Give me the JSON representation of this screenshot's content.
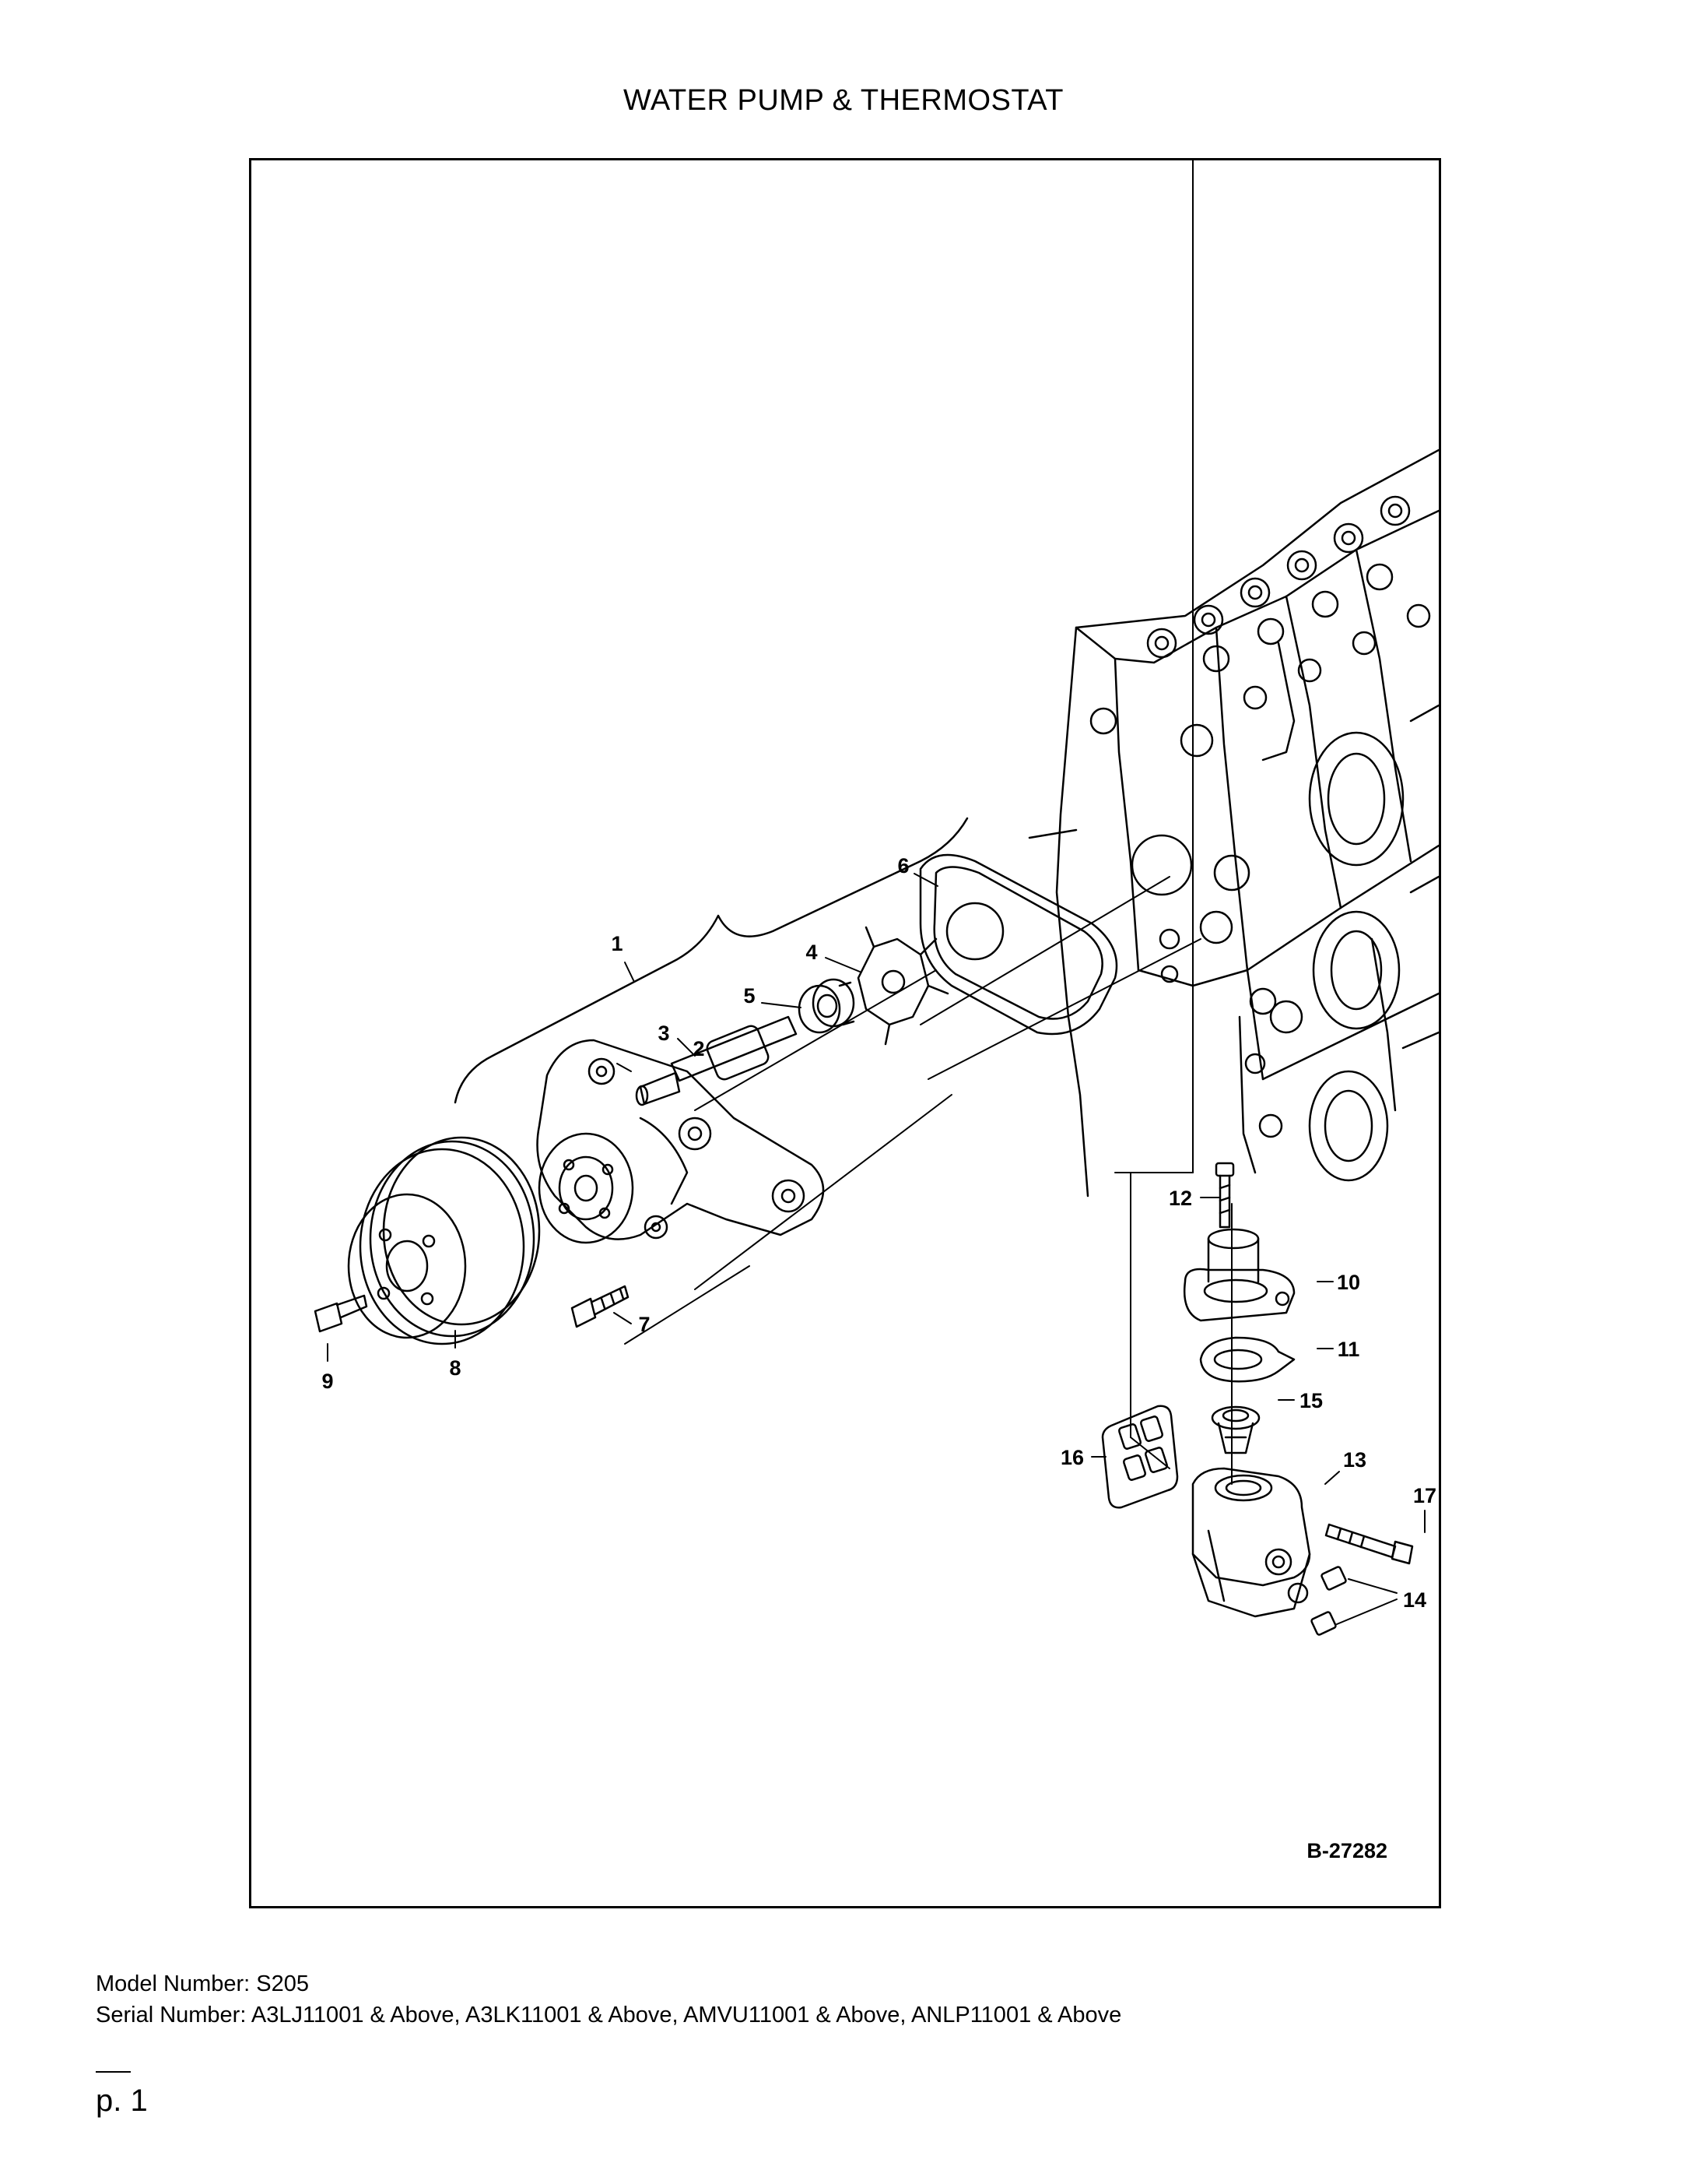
{
  "page": {
    "title": "WATER PUMP & THERMOSTAT",
    "page_number": "p. 1"
  },
  "diagram": {
    "figure_id": "B-27282",
    "callouts": [
      "1",
      "2",
      "3",
      "4",
      "5",
      "6",
      "7",
      "8",
      "9",
      "10",
      "11",
      "12",
      "13",
      "14",
      "15",
      "16",
      "17"
    ]
  },
  "footer": {
    "model_number": "Model Number: S205",
    "serial_number": "Serial Number: A3LJ11001 & Above, A3LK11001 & Above, AMVU11001 & Above, ANLP11001 & Above"
  }
}
